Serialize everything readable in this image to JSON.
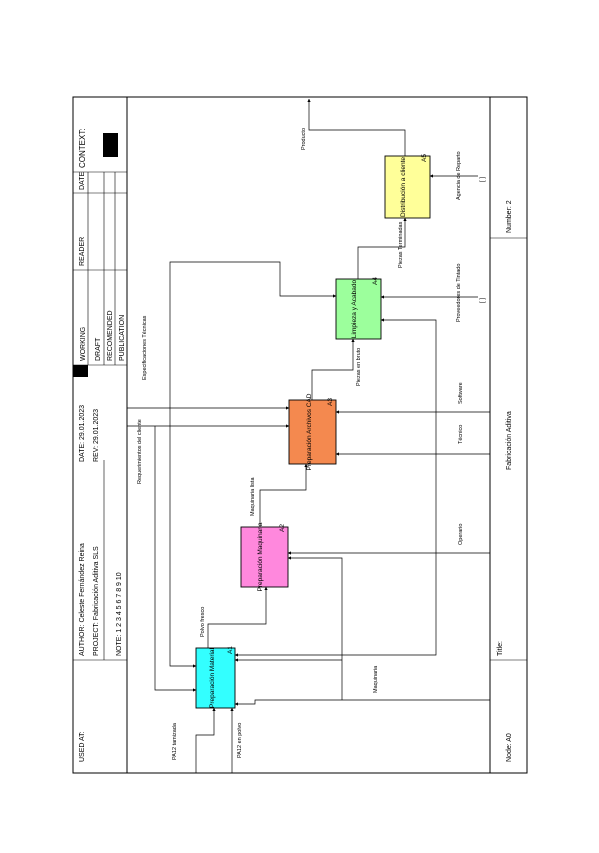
{
  "header": {
    "used_at": "USED AT:",
    "author": "AUTHOR: Celeste Fernández Reina",
    "project": "PROJECT:   Fabricación Aditiva SLS",
    "date": "DATE: 29.01.2023",
    "rev": "REV:   29.01.2023",
    "notes": "NOTE: 1  2  3  4  5  6  7  8  9  10",
    "working": "WORKING",
    "draft": "DRAFT",
    "recommended": "RECOMENDED",
    "publication": "PUBLICATION",
    "reader": "READER",
    "date_col": "DATE",
    "context": "CONTEXT:"
  },
  "footer": {
    "node": "Node:  A0",
    "title_label": "Title:",
    "title": "Fabricación Aditiva",
    "number": "Number: 2"
  },
  "activities": [
    {
      "name": "Preparación Material",
      "code": "A1",
      "color": "#33ffff"
    },
    {
      "name": "Preparación Maquinaria",
      "code": "A2",
      "color": "#ff88dd"
    },
    {
      "name": "Preparación Archivos CAD",
      "code": "A3",
      "color": "#f4894f"
    },
    {
      "name": "Limpieza y Acabado",
      "code": "A4",
      "color": "#9cff9c"
    },
    {
      "name": "Distribución a cliente",
      "code": "A5",
      "color": "#ffff99"
    }
  ],
  "arrow_labels": {
    "pa12": "PA12 tamizada",
    "pa12_polvo": "PA12 en polvo",
    "polvo_fresco": "Polvo fresco",
    "maquinaria_lista": "Maquinaria lista",
    "requerimientos": "Requerimientos del cliente",
    "especificaciones": "Especificaciones Técnicas",
    "piezas_bruto": "Piezas en bruto",
    "piezas_terminadas": "Piezas Terminadas",
    "producto": "Producto",
    "operario": "Operario",
    "tecnico": "Técnico",
    "software": "Software",
    "maquinaria": "Maquinaria",
    "proveedores": "Proveedores de Tintado",
    "agencia": "Agencia de Reparto"
  },
  "tunnels": {
    "proveedores": "[ ]",
    "agencia": "[ ]"
  }
}
